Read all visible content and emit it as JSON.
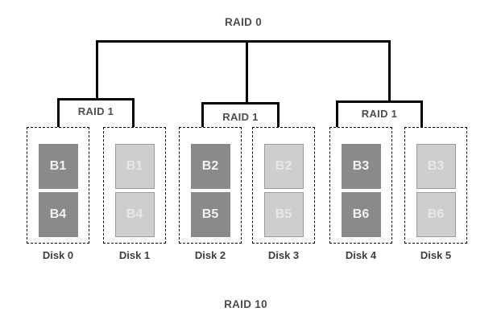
{
  "diagram": {
    "top_label": "RAID 0",
    "bottom_label": "RAID 10",
    "colors": {
      "connector": "#000000",
      "label_text": "#4d4d4d",
      "block_primary_fill": "#8a8a8a",
      "block_primary_text": "#f2f2f2",
      "block_mirror_fill": "#cecece",
      "block_mirror_border": "#9b9b9b",
      "block_mirror_text": "#e7e7e7"
    },
    "groups": [
      {
        "label": "RAID 1",
        "disks": [
          {
            "name": "Disk 0",
            "variant": "primary",
            "blocks": [
              "B1",
              "B4"
            ]
          },
          {
            "name": "Disk 1",
            "variant": "mirror",
            "blocks": [
              "B1",
              "B4"
            ]
          }
        ]
      },
      {
        "label": "RAID 1",
        "disks": [
          {
            "name": "Disk 2",
            "variant": "primary",
            "blocks": [
              "B2",
              "B5"
            ]
          },
          {
            "name": "Disk 3",
            "variant": "mirror",
            "blocks": [
              "B2",
              "B5"
            ]
          }
        ]
      },
      {
        "label": "RAID 1",
        "disks": [
          {
            "name": "Disk 4",
            "variant": "primary",
            "blocks": [
              "B3",
              "B6"
            ]
          },
          {
            "name": "Disk 5",
            "variant": "mirror",
            "blocks": [
              "B3",
              "B6"
            ]
          }
        ]
      }
    ]
  }
}
